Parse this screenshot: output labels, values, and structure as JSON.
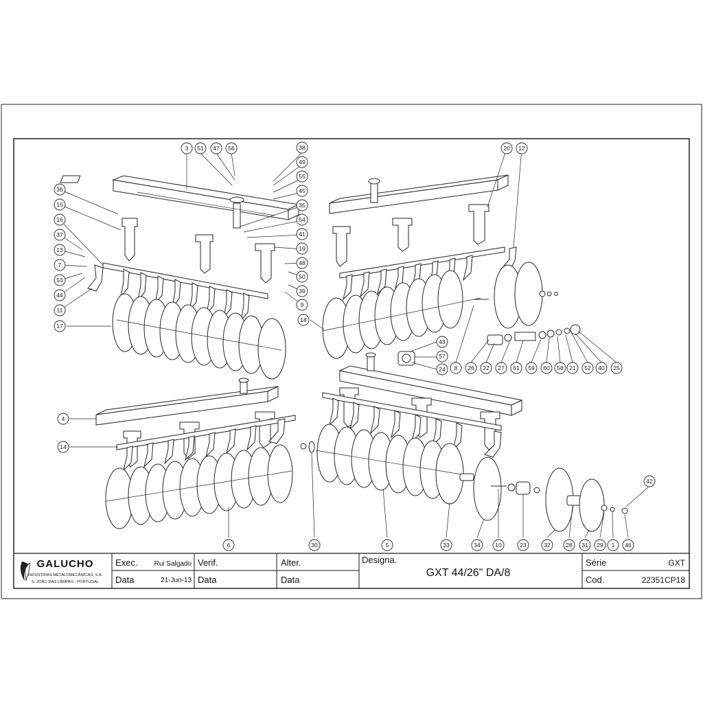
{
  "titleblock": {
    "company": "GALUCHO",
    "company_sub1": "INDÚSTRIAS METALOMECÂNICAS, S.A.",
    "company_sub2": "S. JOÃO DAS LAMPAS - PORTUGAL",
    "exec_label": "Exec.",
    "exec_value": "Rui Salgado",
    "data_label": "Data",
    "data_value": "21-Jun-13",
    "verif_label": "Verif.",
    "verif_data_label": "Data",
    "alter_label": "Alter.",
    "alter_data_label": "Data",
    "designa_label": "Designa.",
    "designa_value": "GXT 44/26\" DA/8",
    "serie_label": "Série",
    "serie_value": "GXT",
    "cod_label": "Cod.",
    "cod_value": "22351CP18"
  },
  "balloons": [
    {
      "label": "3"
    },
    {
      "label": "51"
    },
    {
      "label": "47"
    },
    {
      "label": "56"
    },
    {
      "label": "38"
    },
    {
      "label": "49"
    },
    {
      "label": "55"
    },
    {
      "label": "45"
    },
    {
      "label": "35"
    },
    {
      "label": "54"
    },
    {
      "label": "41"
    },
    {
      "label": "19"
    },
    {
      "label": "48"
    },
    {
      "label": "50"
    },
    {
      "label": "39"
    },
    {
      "label": "9"
    },
    {
      "label": "36"
    },
    {
      "label": "15"
    },
    {
      "label": "16"
    },
    {
      "label": "37"
    },
    {
      "label": "13"
    },
    {
      "label": "7"
    },
    {
      "label": "53"
    },
    {
      "label": "44"
    },
    {
      "label": "11"
    },
    {
      "label": "17"
    },
    {
      "label": "20"
    },
    {
      "label": "12"
    },
    {
      "label": "18"
    },
    {
      "label": "43"
    },
    {
      "label": "57"
    },
    {
      "label": "24"
    },
    {
      "label": "8"
    },
    {
      "label": "26"
    },
    {
      "label": "22"
    },
    {
      "label": "27"
    },
    {
      "label": "61"
    },
    {
      "label": "59"
    },
    {
      "label": "60"
    },
    {
      "label": "58"
    },
    {
      "label": "21"
    },
    {
      "label": "52"
    },
    {
      "label": "40"
    },
    {
      "label": "25"
    },
    {
      "label": "4"
    },
    {
      "label": "14"
    },
    {
      "label": "6"
    },
    {
      "label": "30"
    },
    {
      "label": "5"
    },
    {
      "label": "33"
    },
    {
      "label": "34"
    },
    {
      "label": "10"
    },
    {
      "label": "23"
    },
    {
      "label": "32"
    },
    {
      "label": "28"
    },
    {
      "label": "31"
    },
    {
      "label": "29"
    },
    {
      "label": "1"
    },
    {
      "label": "46"
    },
    {
      "label": "42"
    }
  ]
}
